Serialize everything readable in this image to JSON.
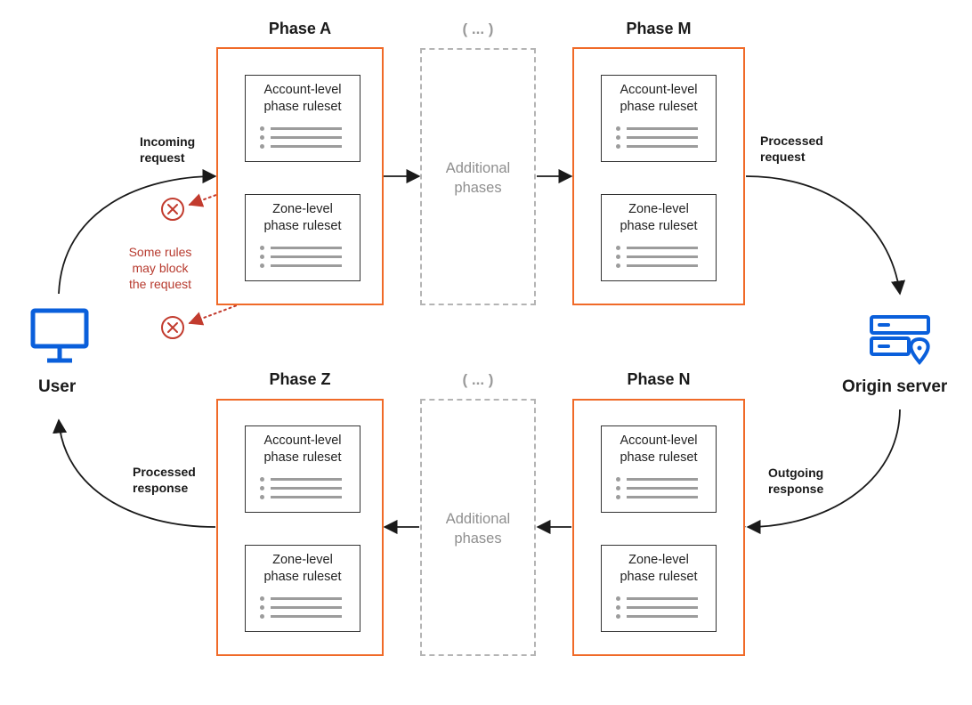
{
  "endpoints": {
    "user": "User",
    "origin": "Origin server"
  },
  "flow_labels": {
    "incoming_request": [
      "Incoming",
      "request"
    ],
    "processed_request": [
      "Processed",
      "request"
    ],
    "outgoing_response": [
      "Outgoing",
      "response"
    ],
    "processed_response": [
      "Processed",
      "response"
    ]
  },
  "block_note": [
    "Some rules",
    "may block",
    "the request"
  ],
  "phases": {
    "a": {
      "title": "Phase A"
    },
    "m": {
      "title": "Phase M"
    },
    "z": {
      "title": "Phase Z"
    },
    "n": {
      "title": "Phase N"
    }
  },
  "additional": {
    "ellipsis": "( ... )",
    "label": [
      "Additional",
      "phases"
    ]
  },
  "ruleset_labels": {
    "account": [
      "Account-level",
      "phase ruleset"
    ],
    "zone": [
      "Zone-level",
      "phase ruleset"
    ]
  },
  "colors": {
    "phase_border": "#f06a28",
    "icon_blue": "#0a5fdb",
    "block_red": "#c23b2e",
    "text_dark": "#1a1a1a",
    "muted_gray": "#9a9a9a"
  },
  "icons": {
    "user": "monitor-icon",
    "origin": "server-location-icon",
    "block": "blocked-circle-x-icon"
  }
}
